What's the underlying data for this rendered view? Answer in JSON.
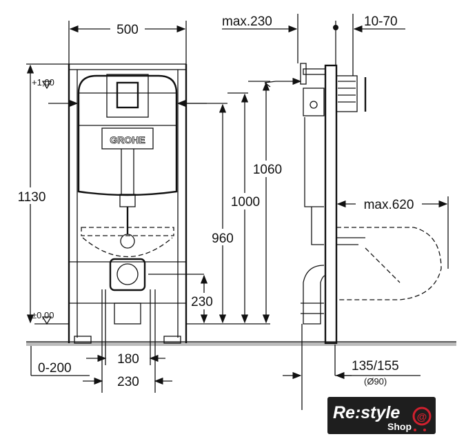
{
  "title": "Installation frame dimension drawing",
  "brand": "GROHE",
  "dimensions": {
    "width_front": "500",
    "max_230": "max.230",
    "range_10_70": "10-70",
    "level_top": "+1,00",
    "level_zero": "±0,00",
    "height_1130": "1130",
    "height_1060": "1060",
    "height_1000": "1000",
    "height_960": "960",
    "height_230": "230",
    "max_620": "max.620",
    "range_0_200": "0-200",
    "width_180": "180",
    "width_230": "230",
    "pipe_135_155": "135/155",
    "pipe_diameter": "(Ø90)"
  },
  "logo": {
    "main": "Re:style",
    "sub": "Shop",
    "bg": "#1e1e1e",
    "accent": "#d0202e"
  }
}
